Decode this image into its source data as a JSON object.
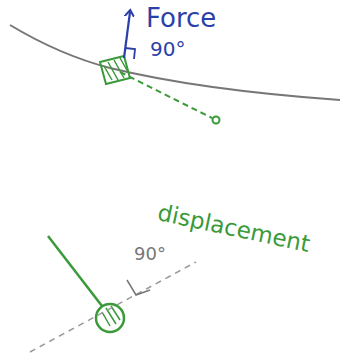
{
  "diagram": {
    "labels": [
      "Force",
      "90°",
      "displacement",
      "90°"
    ]
  }
}
